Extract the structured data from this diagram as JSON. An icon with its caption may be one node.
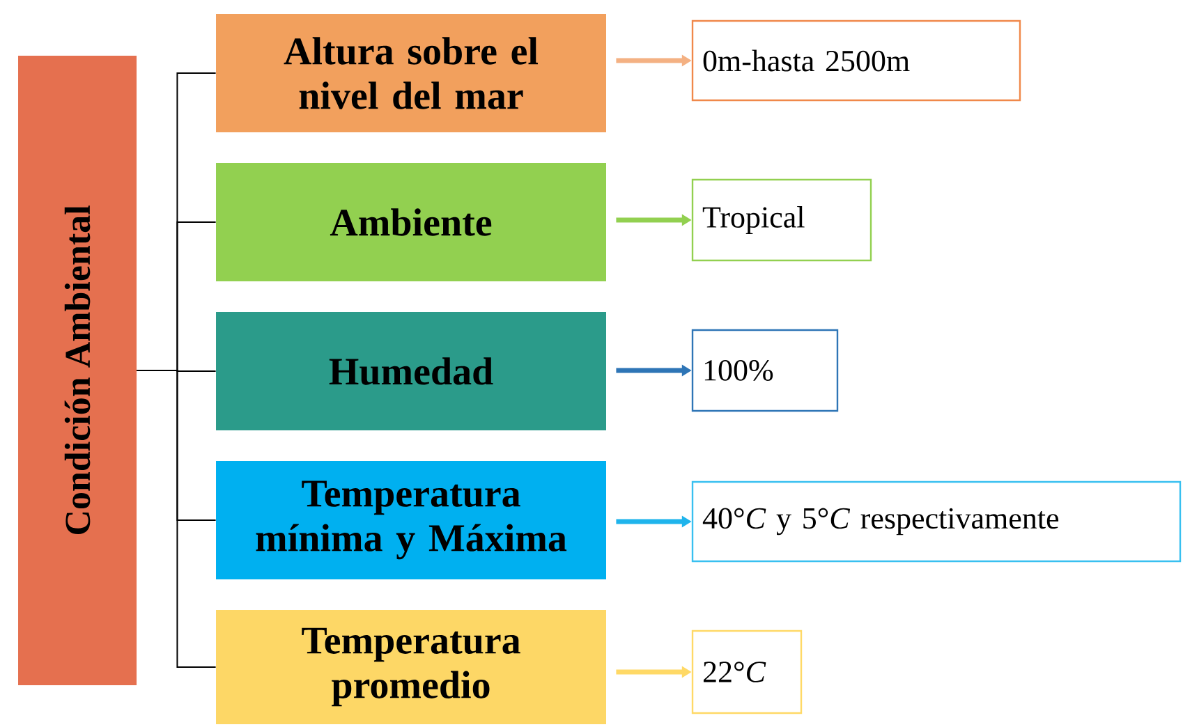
{
  "diagram": {
    "nodes": [
      {
        "text": [
          "Condición Ambiental"
        ]
      },
      {
        "text": [
          "Altura sobre el nivel del mar"
        ]
      },
      {
        "text": [
          "Ambiente"
        ]
      },
      {
        "text": [
          "Humedad"
        ]
      },
      {
        "text": [
          "Temperatura mínima y Máxima"
        ]
      },
      {
        "text": [
          "Temperatura promedio"
        ]
      },
      {
        "text": [
          "0m-hasta 2500m"
        ]
      },
      {
        "text": [
          "Tropical"
        ]
      },
      {
        "text": [
          "100%"
        ]
      },
      {
        "text": [
          "40°*C* y 5°*C* respectivamente"
        ]
      },
      {
        "text": [
          "22°*C*"
        ]
      }
    ],
    "edges": [
      {
        "from": 0,
        "to": 1,
        "arrow": "none"
      },
      {
        "from": 0,
        "to": 2,
        "arrow": "none"
      },
      {
        "from": 0,
        "to": 3,
        "arrow": "none"
      },
      {
        "from": 0,
        "to": 4,
        "arrow": "none"
      },
      {
        "from": 0,
        "to": 5,
        "arrow": "none"
      },
      {
        "from": 1,
        "to": 6,
        "arrow": "to",
        "style": "thick",
        "color": "#f4b183"
      },
      {
        "from": 2,
        "to": 7,
        "arrow": "to",
        "style": "thick",
        "color": "#92d050"
      },
      {
        "from": 3,
        "to": 8,
        "arrow": "to",
        "style": "thick",
        "color": "#2e75b6"
      },
      {
        "from": 4,
        "to": 9,
        "arrow": "to",
        "style": "thick",
        "color": "#1fb4ec"
      },
      {
        "from": 5,
        "to": 10,
        "arrow": "to",
        "style": "thick",
        "color": "#ffd966"
      }
    ]
  }
}
